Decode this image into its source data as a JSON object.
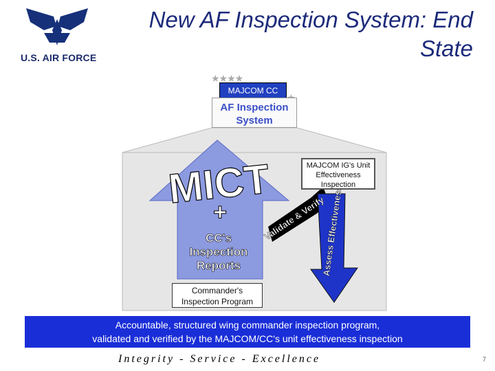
{
  "header": {
    "title_line1": "New AF Inspection System: End",
    "title_line2": "State",
    "logo_text": "U.S. AIR FORCE"
  },
  "diagram": {
    "majcom_label": "MAJCOM CC",
    "stars_four": "★★★★",
    "stars_three": "★★★",
    "af_inspection_line1": "AF Inspection",
    "af_inspection_line2": "System",
    "mict": "MICT",
    "plus": "+",
    "cc_line1": "CC's",
    "cc_line2": "Inspection",
    "cc_line3": "Reports",
    "validate_verify": "Validate & Verify",
    "assess_effectiveness": "Assess Effectiveness",
    "ig_box_line1": "MAJCOM IG's Unit",
    "ig_box_line2": "Effectiveness",
    "ig_box_line3": "Inspection",
    "cip_line1": "Commander's",
    "cip_line2": "Inspection Program"
  },
  "banner": {
    "line1": "Accountable, structured wing commander inspection program,",
    "line2": "validated and verified by the MAJCOM/CC's unit effectiveness inspection"
  },
  "footer": {
    "motto": "Integrity - Service - Excellence",
    "page_number": "7"
  },
  "colors": {
    "title": "#1c2a7a",
    "arrow_fill": "#8c9ae0",
    "banner": "#1a2ed8",
    "house": "#e8e8e8"
  }
}
